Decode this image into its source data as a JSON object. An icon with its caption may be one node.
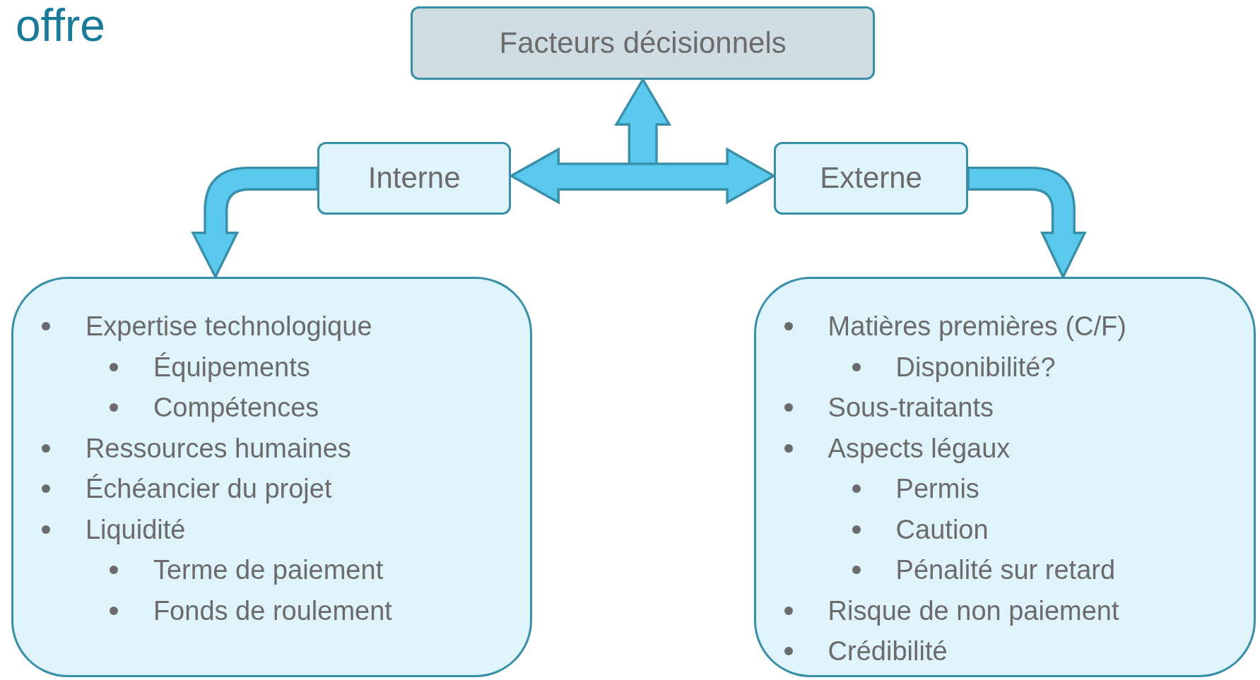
{
  "diagram": {
    "title": "offre",
    "nodes": [
      {
        "text": [
          "Facteurs décisionnels"
        ]
      },
      {
        "text": [
          "Interne"
        ]
      },
      {
        "text": [
          "Externe"
        ]
      },
      {
        "text": [
          "Expertise technologique",
          "Équipements",
          "Compétences",
          "Ressources humaines",
          "Échéancier du projet",
          "Liquidité",
          "Terme de paiement",
          "Fonds de roulement"
        ]
      },
      {
        "text": [
          "Matières premières (C/F)",
          "Disponibilité?",
          "Sous-traitants",
          "Aspects légaux",
          "Permis",
          "Caution",
          "Pénalité sur retard",
          "Risque de non paiement",
          "Crédibilité"
        ]
      }
    ],
    "edges": [
      {
        "from": null,
        "to": 0,
        "arrow": "to"
      },
      {
        "from": 1,
        "to": 2,
        "arrow": "both"
      },
      {
        "from": 1,
        "to": 3,
        "arrow": "to"
      },
      {
        "from": 2,
        "to": 4,
        "arrow": "to"
      }
    ]
  }
}
